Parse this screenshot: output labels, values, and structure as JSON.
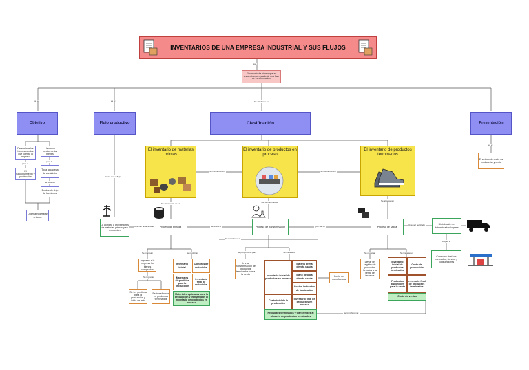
{
  "title": "INVENTARIOS DE UNA EMPRESA INDUSTRIAL Y SUS FLUJOS",
  "definition": "El conjunto de bienes que se encuentran en estado de una fase de transformación",
  "edge_labels": {
    "title_to_def": "Son",
    "def_to_objetivo": "es su",
    "def_to_flujo": "es el",
    "def_to_clasificacion": "Se clasifican en",
    "def_to_presentacion": "",
    "clasif_down": "",
    "mp_to_pp": "Se convierten en",
    "pp_to_pt": "Se convierten en",
    "flujo_down": "Inicia con el flujo",
    "mp_down": "Se almacenan en el",
    "pp_down": "Son almacenados",
    "pt_down": "Se almacenan",
    "sale_of_mp": "Una vez almacenados",
    "mp_to_trans": "Se envía al",
    "trans_to_sal": "Que van al",
    "sal_to_dist": "Una vez realizado",
    "dist_down": "Llegan al",
    "obj_a": "para el",
    "obj_b": "para la",
    "obj_c": "de acuerdo",
    "present_down": "es el",
    "ent_a": "Se ingresan",
    "ent_b": "Se ingresan",
    "ent_c": "Se registran",
    "trans_a": "Se proporciona para",
    "trans_b": "Se transfiere",
    "sal_a": "Se registran",
    "sal_b": "Se transfieren",
    "trans_join": "Se transfieren a:",
    "prod_to_sal": "Se transfieren a:",
    "trans_left": "Se proporciona para",
    "ent_dist": "y se distribuyen"
  },
  "level1": {
    "objetivo": "Objetivo",
    "flujo": "Flujo productivo",
    "clasificacion": "Clasificación",
    "presentacion": "Presentación"
  },
  "inventories": {
    "mp": "El inventario de materias primas",
    "pp": "El inventario de productos en proceso",
    "pt": "El inventario de productos terminados"
  },
  "objetivo_nodes": {
    "a": "Determinar los bienes con los que cuenta la empresa",
    "b": "Llevar un control de los bienes",
    "c": "El funcionamiento y producción",
    "d": "Toda la cadena de suministro",
    "e": "Puntos de flujo de los bienes",
    "f": "Ordenar y detallar a todos"
  },
  "presentacion_node": "El estado de costo de producción y venta",
  "flujo_node": "La compra a proveedores de materias primas y su extracción",
  "processes": {
    "entrada": "Proceso de entrada",
    "transformacion": "Proceso de transformación",
    "salida": "Proceso de salida"
  },
  "distribucion": "Distribución en determinados lugares",
  "consumo": "Consumo final por mercados, tiendas y consumidores",
  "entrada_nodes": {
    "a": "Ingresan a la empresa los bienes comprados",
    "b": "Se les gestiona para la producción y inicio de esta",
    "c": "Se transforman en productos terminados",
    "d": "Inventario inicial",
    "e": "Compras de materiales",
    "f": "Materiales disponibles para la producción",
    "g": "Inventario final de materiales",
    "h": "Materiales aplicados para la producción y transferidos al inventario de productos en proceso"
  },
  "trans_nodes": {
    "a": "Ir a la transformación de productos terminados hasta la venta",
    "b": "Inventario inicial de productos en proceso",
    "c": "Materia prima directa usada",
    "d": "Mano de obra directa usada",
    "e": "Costos indirectos de fabricación",
    "f": "Costo total de producción",
    "g": "Costo de manufactura",
    "h": "Costo total de la producción",
    "i": "Inventario final de productos en proceso",
    "j": "Productos terminados y transferidos al almacén de productos terminados"
  },
  "salida_nodes": {
    "a": "Llevar un registro de productos llevados a la venta de terceros",
    "b": "Inventario inicial de productos terminados",
    "c": "Costo de producción",
    "d": "Productos disponibles para la venta",
    "e": "Inventario final de productos terminados",
    "f": "Costo de ventas"
  },
  "colors": {
    "title": "#f58a8a",
    "level1": "#8f8ff3",
    "inventory": "#f7e34a",
    "connector": "#555555",
    "accent_green": "#3ca55c"
  }
}
